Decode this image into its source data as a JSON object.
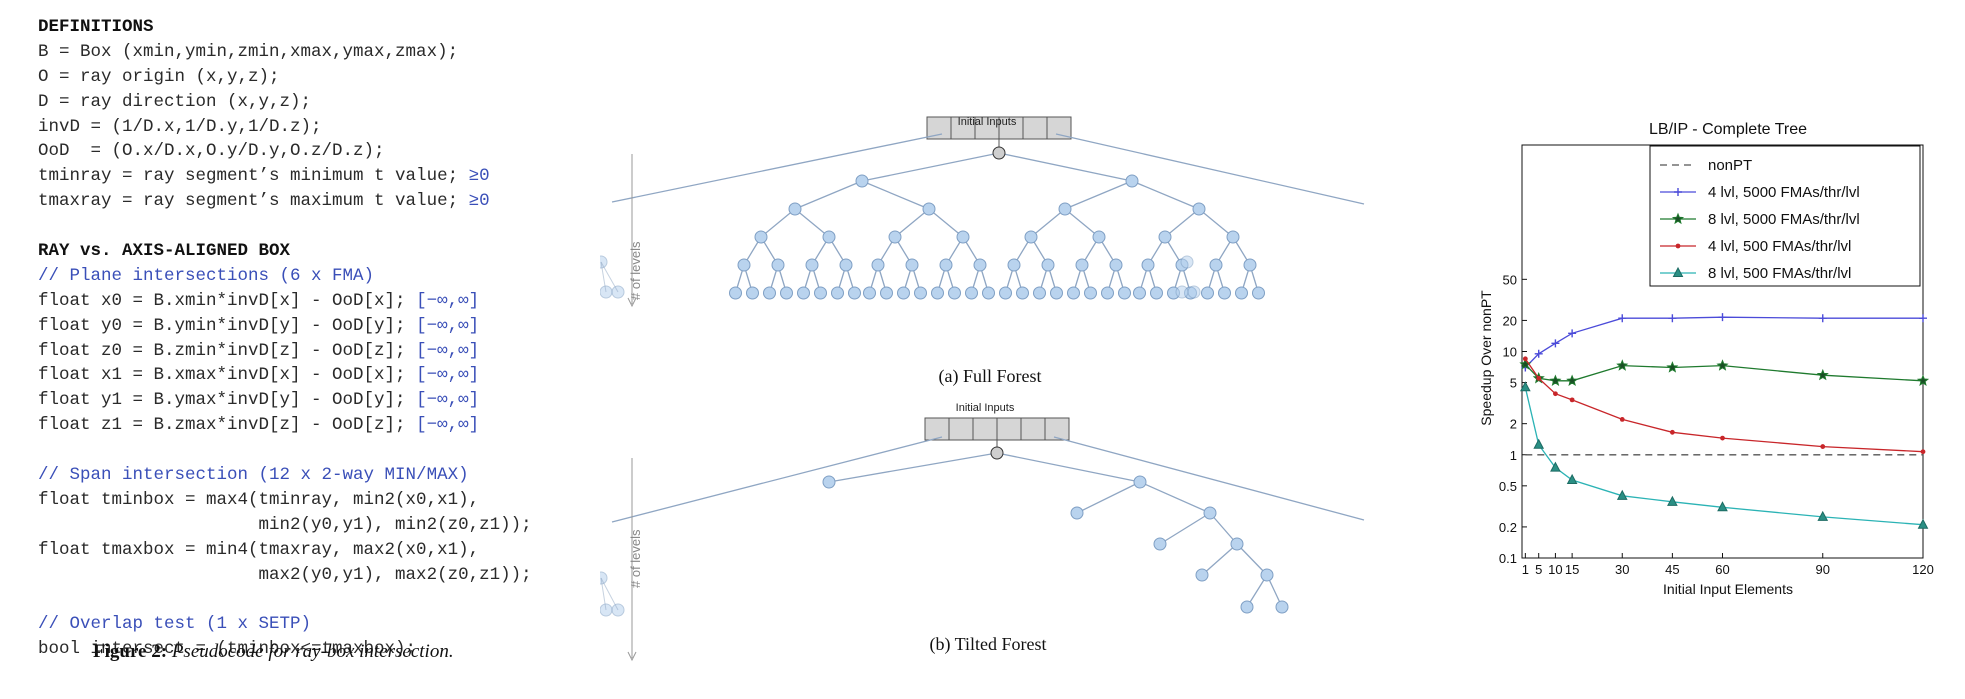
{
  "code": {
    "definitions_header": "DEFINITIONS",
    "def_lines": [
      {
        "text": "B = Box (xmin,ymin,zmin,xmax,ymax,zmax);",
        "suffix": ""
      },
      {
        "text": "O = ray origin (x,y,z);",
        "suffix": ""
      },
      {
        "text": "D = ray direction (x,y,z);",
        "suffix": ""
      },
      {
        "text": "invD = (1/D.x,1/D.y,1/D.z);",
        "suffix": ""
      },
      {
        "text": "OoD  = (O.x/D.x,O.y/D.y,O.z/D.z);",
        "suffix": ""
      },
      {
        "text": "tminray = ray segment’s minimum t value; ",
        "suffix": "≥0"
      },
      {
        "text": "tmaxray = ray segment’s maximum t value; ",
        "suffix": "≥0"
      }
    ],
    "ray_header": "RAY vs. AXIS-ALIGNED BOX",
    "plane_comment": "// Plane intersections (6 x FMA)",
    "plane_lines": [
      {
        "text": "float x0 = B.xmin*invD[x] - OoD[x]; ",
        "suffix": "[−∞,∞]"
      },
      {
        "text": "float y0 = B.ymin*invD[y] - OoD[y]; ",
        "suffix": "[−∞,∞]"
      },
      {
        "text": "float z0 = B.zmin*invD[z] - OoD[z]; ",
        "suffix": "[−∞,∞]"
      },
      {
        "text": "float x1 = B.xmax*invD[x] - OoD[x]; ",
        "suffix": "[−∞,∞]"
      },
      {
        "text": "float y1 = B.ymax*invD[y] - OoD[y]; ",
        "suffix": "[−∞,∞]"
      },
      {
        "text": "float z1 = B.zmax*invD[z] - OoD[z]; ",
        "suffix": "[−∞,∞]"
      }
    ],
    "span_comment": "// Span intersection (12 x 2-way MIN/MAX)",
    "span_lines": [
      "float tminbox = max4(tminray, min2(x0,x1),",
      "                     min2(y0,y1), min2(z0,z1));",
      "float tmaxbox = min4(tmaxray, max2(x0,x1),",
      "                     max2(y0,y1), max2(z0,z1));"
    ],
    "overlap_comment": "// Overlap test (1 x SETP)",
    "overlap_line": "bool intersect = (tminbox<=tmaxbox);"
  },
  "caption": {
    "label": "Figure 2:",
    "text": "Pseudocode for ray-box intersection."
  },
  "forest": {
    "top_inputs_label": "Initial Inputs",
    "top_levels_label": "# of levels",
    "top_caption": "(a) Full Forest",
    "bottom_inputs_label": "Initial Inputs",
    "bottom_levels_label": "# of levels",
    "bottom_caption": "(b) Tilted Forest",
    "node_color": "#b9d3ee",
    "edge_color": "#8fa6c3"
  },
  "chart_data": {
    "type": "line",
    "title": "LB/IP - Complete Tree",
    "xlabel": "Initial Input Elements",
    "ylabel": "Speedup Over nonPT",
    "yscale": "log",
    "ylim": [
      0.1,
      1000
    ],
    "xlim": [
      0,
      120
    ],
    "x_ticks": [
      1,
      5,
      10,
      15,
      30,
      45,
      60,
      90,
      120
    ],
    "x_tick_labels": [
      "1",
      "5",
      "10",
      "15",
      "30",
      "45",
      "60",
      "90",
      "120"
    ],
    "y_ticks": [
      0.1,
      0.2,
      0.5,
      1,
      2,
      5,
      10,
      20,
      50
    ],
    "y_tick_labels": [
      "0.1",
      "0.2",
      "0.5",
      "1",
      "2",
      "5",
      "10",
      "20",
      "50"
    ],
    "legend_position": "top-right",
    "series": [
      {
        "name": "nonPT",
        "color": "#555555",
        "marker": "none",
        "dashed": true,
        "x": [
          1,
          120
        ],
        "y": [
          1,
          1
        ]
      },
      {
        "name": "4 lvl, 5000 FMAs/thr/lvl",
        "color": "#4b4bd9",
        "marker": "plus",
        "x": [
          1,
          5,
          10,
          15,
          30,
          45,
          60,
          90,
          120
        ],
        "y": [
          7,
          9.5,
          12,
          15,
          21,
          21,
          21.5,
          21,
          21
        ]
      },
      {
        "name": "8 lvl, 5000 FMAs/thr/lvl",
        "color": "#1f7a2e",
        "marker": "star",
        "x": [
          1,
          5,
          10,
          15,
          30,
          45,
          60,
          90,
          120
        ],
        "y": [
          7.5,
          5.5,
          5.2,
          5.2,
          7.3,
          7,
          7.3,
          5.9,
          5.2
        ]
      },
      {
        "name": "4 lvl, 500 FMAs/thr/lvl",
        "color": "#c8262a",
        "marker": "dot",
        "x": [
          1,
          5,
          10,
          15,
          30,
          45,
          60,
          90,
          120
        ],
        "y": [
          8.5,
          5.5,
          3.9,
          3.4,
          2.2,
          1.65,
          1.45,
          1.2,
          1.07
        ]
      },
      {
        "name": "8 lvl, 500 FMAs/thr/lvl",
        "color": "#2bb3b5",
        "marker": "triangle",
        "x": [
          1,
          5,
          10,
          15,
          30,
          45,
          60,
          90,
          120
        ],
        "y": [
          4.5,
          1.25,
          0.75,
          0.57,
          0.4,
          0.35,
          0.31,
          0.25,
          0.21
        ]
      }
    ]
  }
}
